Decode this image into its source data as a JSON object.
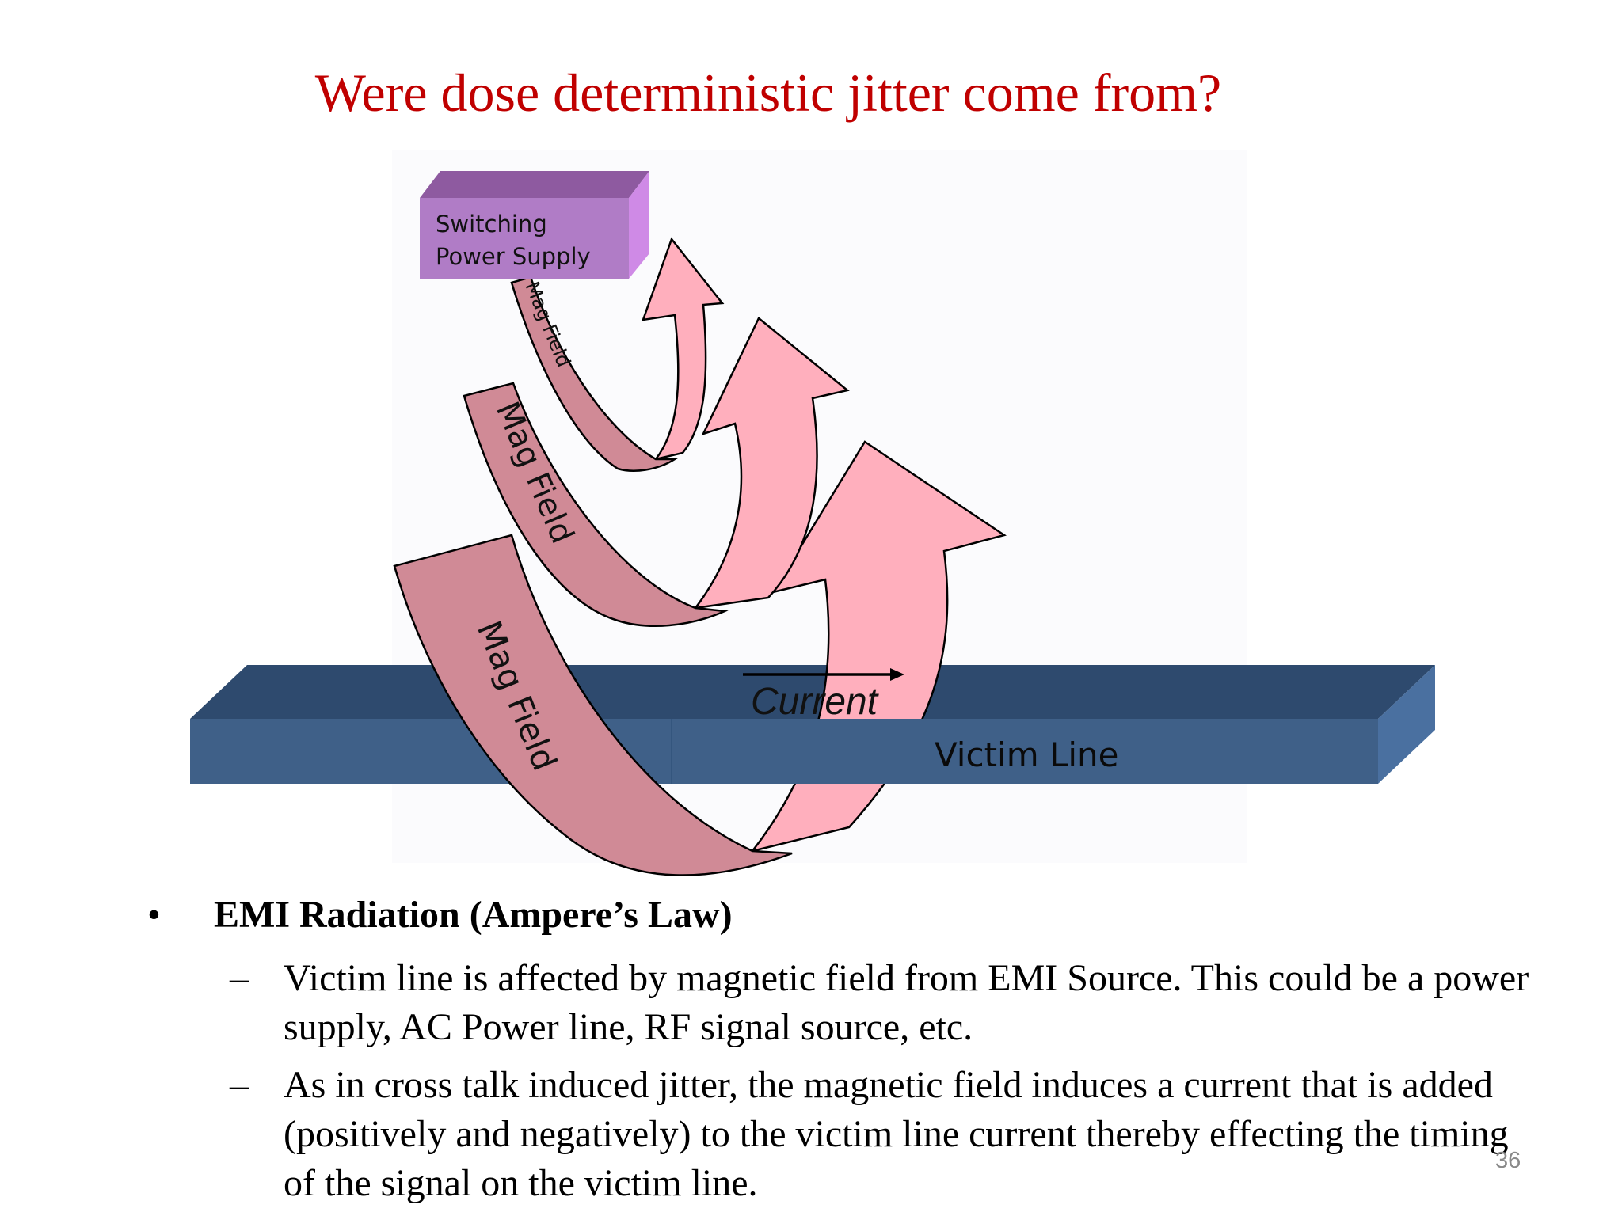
{
  "slide": {
    "title": "Were dose deterministic jitter come from?",
    "page_number": "36"
  },
  "diagram": {
    "source_label_line1": "Switching",
    "source_label_line2": "Power Supply",
    "mag_field_labels": [
      "Mag Field",
      "Mag Field",
      "Mag Field"
    ],
    "current_label": "Current",
    "victim_label": "Victim Line",
    "colors": {
      "source_box": "#b07cc6",
      "arrow_front": "#ffafbd",
      "arrow_back": "#d08a96",
      "victim_line": "#3f6088",
      "victim_top": "#2e4a6e"
    }
  },
  "bullets": {
    "main_marker": "•",
    "main": "EMI Radiation (Ampere’s Law)",
    "sub_marker": "–",
    "sub1": "Victim line is affected by magnetic field from EMI Source.  This could be a power supply, AC Power line, RF signal source, etc.",
    "sub2": "As in cross talk induced jitter, the magnetic field induces a current that is added (positively and negatively) to the victim line current thereby effecting the timing of the signal on the victim line."
  }
}
